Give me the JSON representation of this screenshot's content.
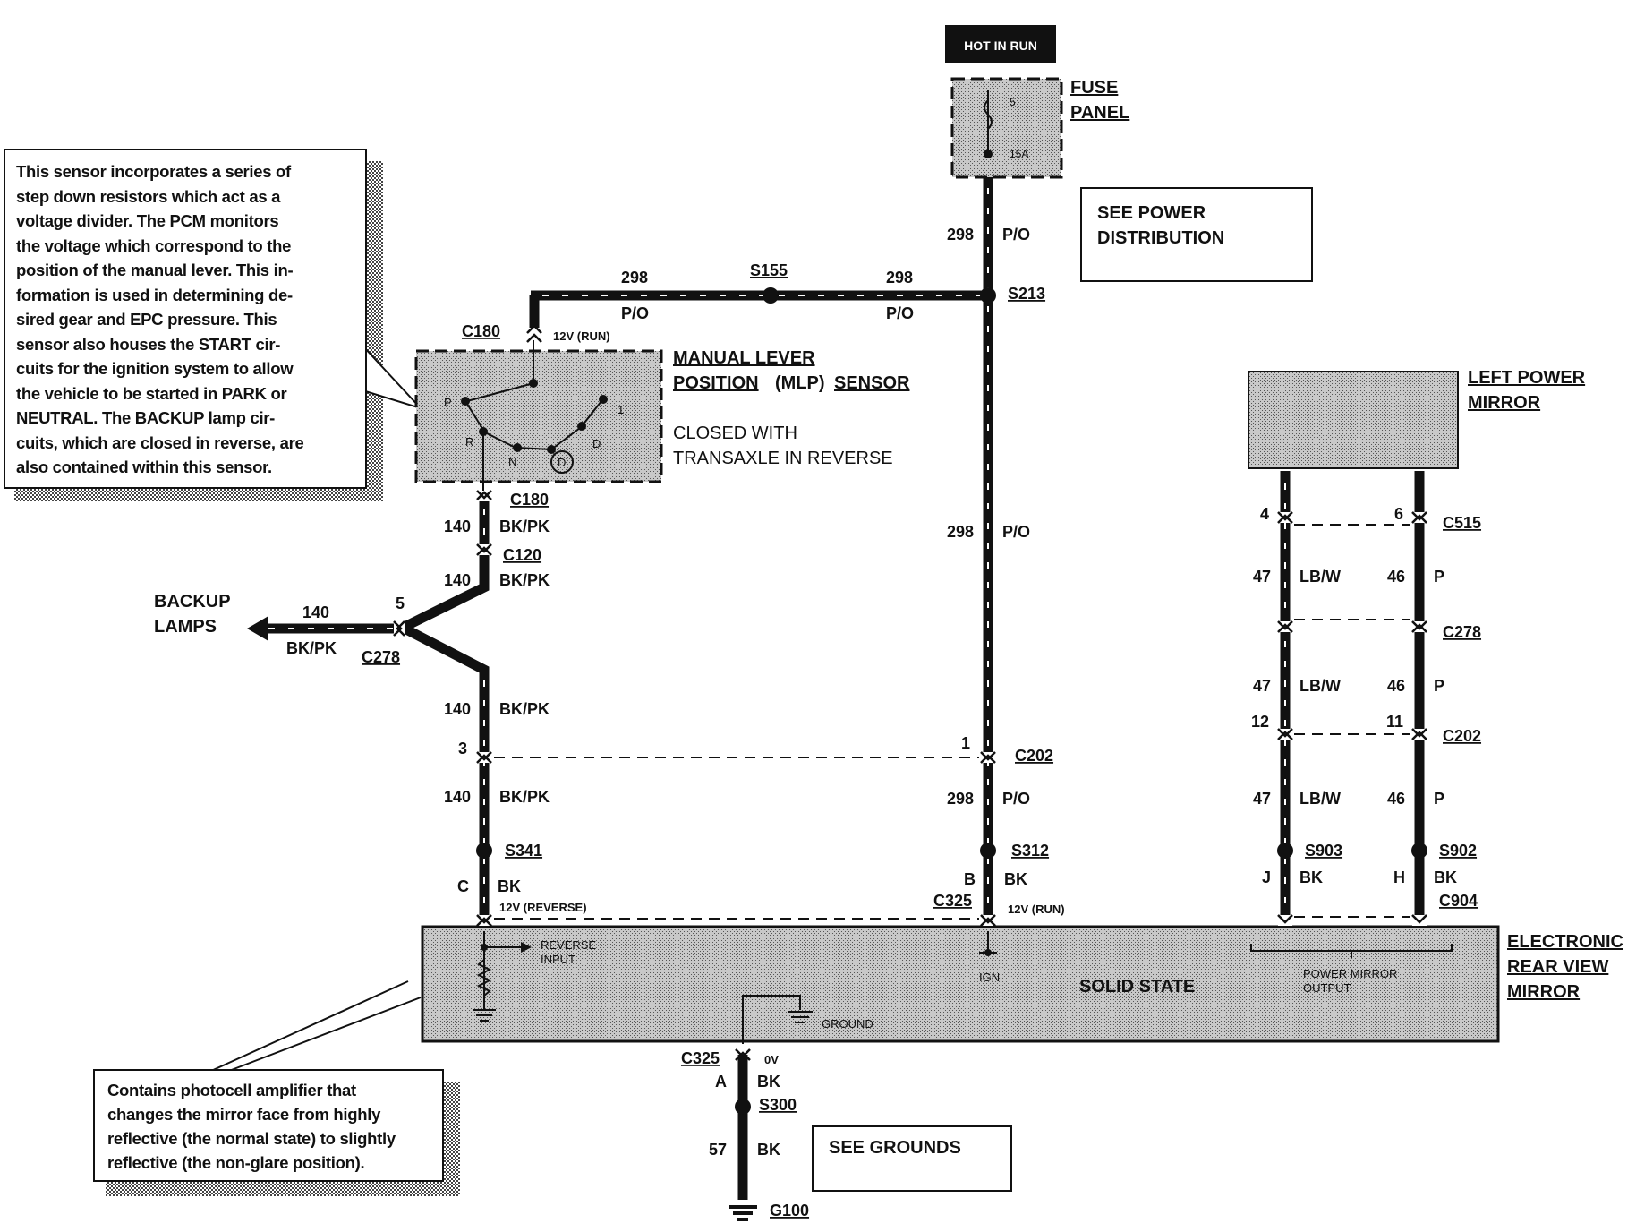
{
  "hot_label": "HOT IN RUN",
  "fuse_panel": {
    "line1": "FUSE",
    "line2": "PANEL",
    "fuse_number": "5",
    "fuse_rating": "15A"
  },
  "see_power": {
    "line1": "SEE POWER",
    "line2": "DISTRIBUTION"
  },
  "see_grounds": "SEE GROUNDS",
  "mlp_note": [
    "This sensor incorporates a series of",
    "step down resistors which act as a",
    "voltage divider. The PCM monitors",
    "the voltage which correspond to the",
    "position of the manual lever. This in-",
    "formation is used in determining de-",
    "sired gear and EPC pressure. This",
    "sensor also houses the START cir-",
    "cuits for the ignition system to allow",
    "the vehicle to be started in PARK or",
    "NEUTRAL. The BACKUP lamp cir-",
    "cuits, which are closed in reverse, are",
    "also contained within this sensor."
  ],
  "mirror_note": [
    "Contains photocell amplifier that",
    "changes the mirror face from highly",
    "reflective (the normal state) to slightly",
    "reflective (the non-glare position)."
  ],
  "mlp_sensor": {
    "line1": "MANUAL LEVER",
    "line2a": "POSITION",
    "line2b": "(MLP)",
    "line2c": "SENSOR",
    "closed1": "CLOSED WITH",
    "closed2": "TRANSAXLE IN REVERSE",
    "positions": [
      "P",
      "R",
      "N",
      "D",
      "D",
      "1"
    ]
  },
  "left_mirror": {
    "line1": "LEFT POWER",
    "line2": "MIRROR"
  },
  "erv_mirror": {
    "line1": "ELECTRONIC",
    "line2": "REAR VIEW",
    "line3": "MIRROR",
    "solid_state": "SOLID STATE",
    "reverse_input1": "REVERSE",
    "reverse_input2": "INPUT",
    "ign": "IGN",
    "ground": "GROUND",
    "power_out1": "POWER MIRROR",
    "power_out2": "OUTPUT"
  },
  "backup_lamps": {
    "line1": "BACKUP",
    "line2": "LAMPS"
  },
  "circuits": {
    "c298": "298",
    "po": "P/O",
    "c140": "140",
    "bkpk": "BK/PK",
    "c47": "47",
    "lbw": "LB/W",
    "c46": "46",
    "p": "P",
    "bk": "BK",
    "c57": "57"
  },
  "splices": {
    "s155": "S155",
    "s213": "S213",
    "s341": "S341",
    "s312": "S312",
    "s903": "S903",
    "s902": "S902",
    "s300": "S300",
    "g100": "G100"
  },
  "connectors": {
    "c180": "C180",
    "c120": "C120",
    "c278": "C278",
    "c202": "C202",
    "c325": "C325",
    "c515": "C515",
    "c904": "C904"
  },
  "pins": {
    "p5": "5",
    "p3": "3",
    "p1": "1",
    "pC": "C",
    "pB": "B",
    "pA": "A",
    "p4": "4",
    "p6": "6",
    "p12": "12",
    "p11": "11",
    "pJ": "J",
    "pH": "H"
  },
  "voltages": {
    "run": "12V (RUN)",
    "reverse": "12V (REVERSE)",
    "zero": "0V"
  }
}
